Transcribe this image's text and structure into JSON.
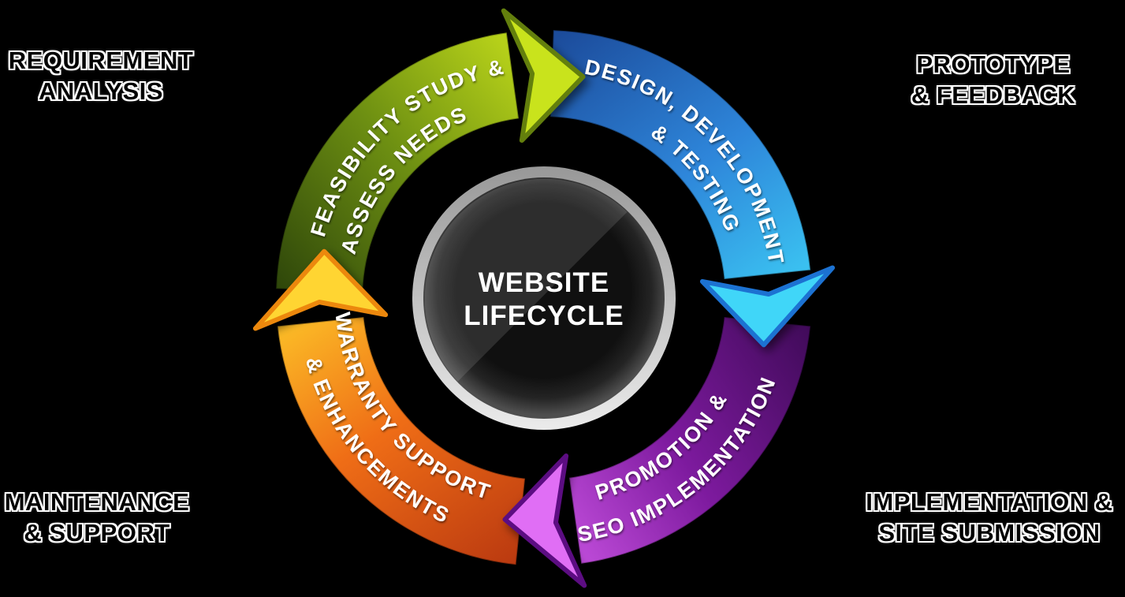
{
  "background_color": "#000000",
  "center_badge": {
    "title_line1": "WEBSITE",
    "title_line2": "LIFECYCLE",
    "text_color": "#ffffff",
    "ring_top_color": "#989898",
    "ring_bottom_color": "#ebebeb",
    "face_color": "#101010",
    "rim_color": "#4e4e4e"
  },
  "stages": [
    {
      "name": "feasibility-study",
      "position": "top-left",
      "line1": "FEASIBILITY STUDY &",
      "line2": "ASSESS NEEDS",
      "color_dark": "#2d450a",
      "color_mid": "#6e9012",
      "color_bright": "#c6df1b",
      "head_fill": "#c9e31c",
      "head_stroke": "#647f0b"
    },
    {
      "name": "design-development-testing",
      "position": "top-right",
      "line1": "DESIGN, DEVELOPMENT",
      "line2": "& TESTING",
      "color_dark": "#1c4c9c",
      "color_mid": "#2e86da",
      "color_bright": "#3ed2f7",
      "head_fill": "#41d6f8",
      "head_stroke": "#1d72d2"
    },
    {
      "name": "promotion-seo",
      "position": "bottom-right",
      "line1": "PROMOTION &",
      "line2": "SEO IMPLEMENTATION",
      "color_dark": "#3f0a58",
      "color_mid": "#7d1a9e",
      "color_bright": "#d059e9",
      "head_fill": "#e06ef5",
      "head_stroke": "#5c0c82"
    },
    {
      "name": "warranty-support",
      "position": "bottom-left",
      "line1": "WARRANTY SUPPORT",
      "line2": "& ENHANCEMENTS",
      "color_dark": "#ba3910",
      "color_mid": "#ef6d16",
      "color_bright": "#ffd22b",
      "head_fill": "#ffd530",
      "head_stroke": "#ec880f"
    }
  ],
  "corner_labels": [
    {
      "position": "top-left",
      "line1": "REQUIREMENT",
      "line2": "ANALYSIS"
    },
    {
      "position": "top-right",
      "line1": "PROTOTYPE",
      "line2": "& FEEDBACK"
    },
    {
      "position": "bottom-right",
      "line1": "IMPLEMENTATION &",
      "line2": "SITE SUBMISSION"
    },
    {
      "position": "bottom-left",
      "line1": "MAINTENANCE",
      "line2": "& SUPPORT"
    }
  ]
}
